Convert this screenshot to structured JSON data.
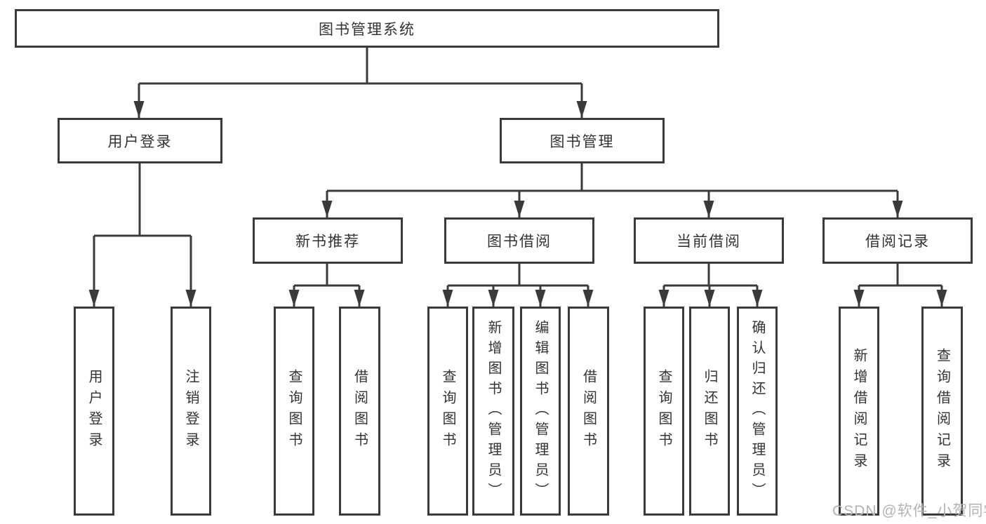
{
  "tree": {
    "root": "图书管理系统",
    "branches": [
      {
        "label": "用户登录",
        "children": [
          "用户登录",
          "注销登录"
        ]
      },
      {
        "label": "图书管理",
        "groups": [
          {
            "label": "新书推荐",
            "children": [
              "查询图书",
              "借阅图书"
            ]
          },
          {
            "label": "图书借阅",
            "children": [
              "查询图书",
              "新增图书（管理员）",
              "编辑图书（管理员）",
              "借阅图书"
            ]
          },
          {
            "label": "当前借阅",
            "children": [
              "查询图书",
              "归还图书",
              "确认归还（管理员）"
            ]
          },
          {
            "label": "借阅记录",
            "children": [
              "新增借阅记录",
              "查询借阅记录"
            ]
          }
        ]
      }
    ]
  },
  "watermark": {
    "text": "CSDN @软件_小贺同学"
  },
  "colors": {
    "line": "#3a3a3a",
    "text": "#333333",
    "background": "#ffffff",
    "watermark": "#b3b3b3"
  }
}
